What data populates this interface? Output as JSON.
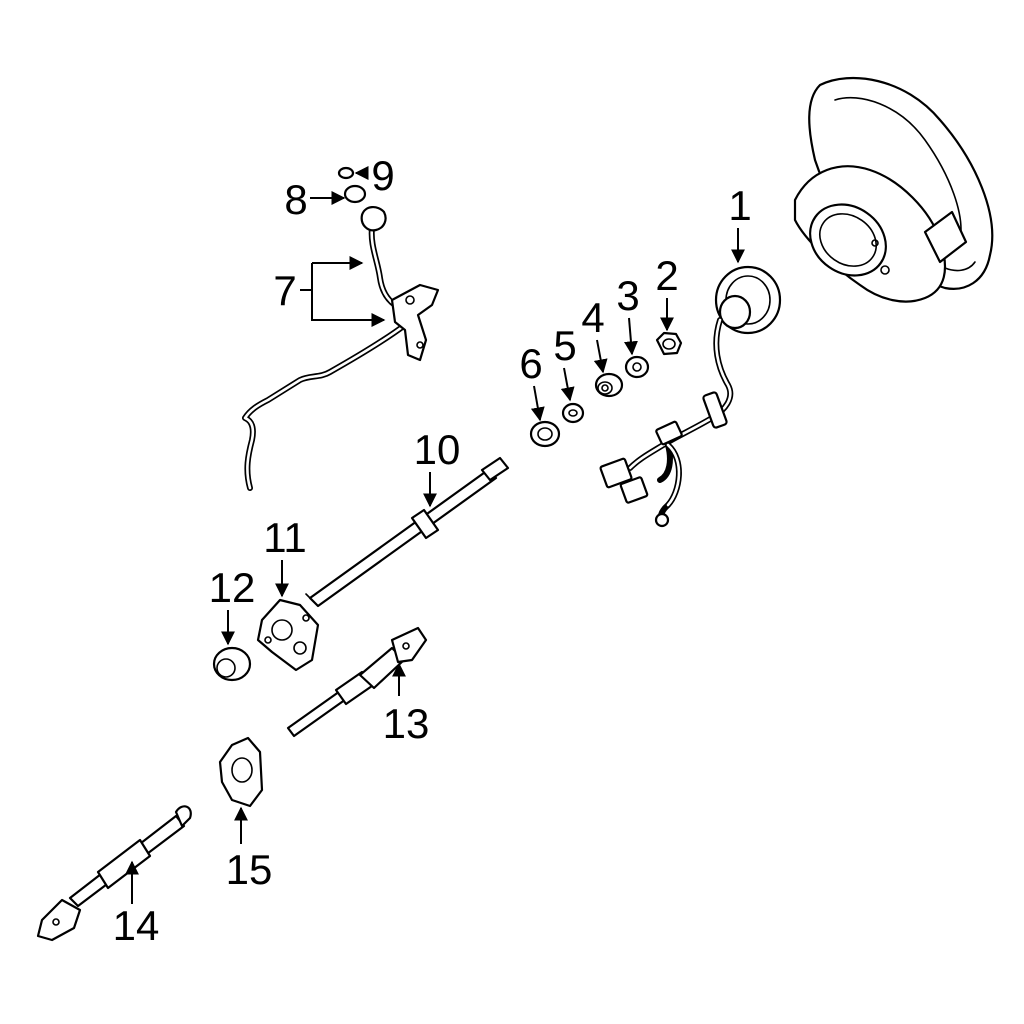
{
  "callouts": [
    {
      "id": "1",
      "text": "1"
    },
    {
      "id": "2",
      "text": "2"
    },
    {
      "id": "3",
      "text": "3"
    },
    {
      "id": "4",
      "text": "4"
    },
    {
      "id": "5",
      "text": "5"
    },
    {
      "id": "6",
      "text": "6"
    },
    {
      "id": "7",
      "text": "7"
    },
    {
      "id": "8",
      "text": "8"
    },
    {
      "id": "9",
      "text": "9"
    },
    {
      "id": "10",
      "text": "10"
    },
    {
      "id": "11",
      "text": "11"
    },
    {
      "id": "12",
      "text": "12"
    },
    {
      "id": "13",
      "text": "13"
    },
    {
      "id": "14",
      "text": "14"
    },
    {
      "id": "15",
      "text": "15"
    }
  ],
  "colors": {
    "line": "#000000",
    "background": "#ffffff"
  }
}
